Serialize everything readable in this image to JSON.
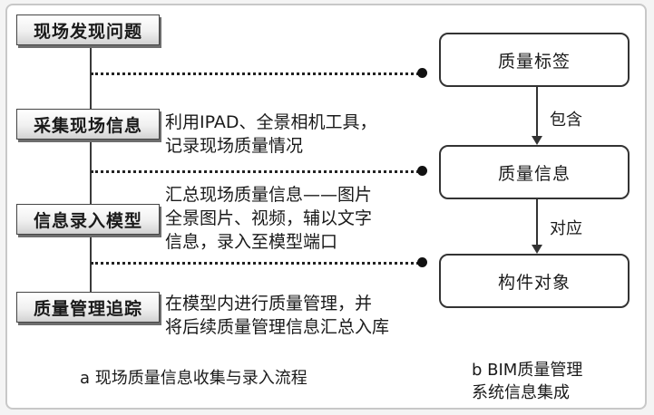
{
  "left_flow": {
    "steps": [
      {
        "label": "现场发现问题"
      },
      {
        "label": "采集现场信息"
      },
      {
        "label": "信息录入模型"
      },
      {
        "label": "质量管理追踪"
      }
    ],
    "descriptions": [
      {
        "lines": [
          "利用IPAD、全景相机工具，",
          "记录现场质量情况"
        ]
      },
      {
        "lines": [
          "汇总现场质量信息——图片",
          "全景图片、视频，辅以文字",
          "信息，录入至模型端口"
        ]
      },
      {
        "lines": [
          "在模型内进行质量管理，并",
          "将后续质量管理信息汇总入库"
        ]
      }
    ],
    "caption": "a  现场质量信息收集与录入流程"
  },
  "right_flow": {
    "boxes": [
      {
        "label": "质量标签"
      },
      {
        "label": "质量信息"
      },
      {
        "label": "构件对象"
      }
    ],
    "relations": [
      {
        "label": "包含"
      },
      {
        "label": "对应"
      }
    ],
    "caption_lines": [
      "b  BIM质量管理",
      "系统信息集成"
    ]
  },
  "colors": {
    "line": "#333333",
    "box_border": "#333333",
    "frame_border": "#c8c8c8"
  }
}
